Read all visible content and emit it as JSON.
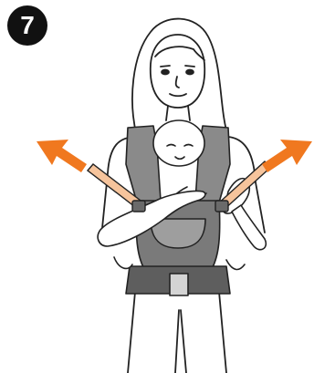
{
  "step": {
    "number": "7"
  },
  "colors": {
    "arrow": "#f0781f",
    "strap": "#f6c49c",
    "carrier_dark": "#6f6f6f",
    "carrier_mid": "#9a9a9a",
    "carrier_light": "#c4c4c4",
    "outline": "#222222"
  },
  "illustration": {
    "subject": "woman-wearing-baby-carrier",
    "action": "loosen-shoulder-straps"
  }
}
